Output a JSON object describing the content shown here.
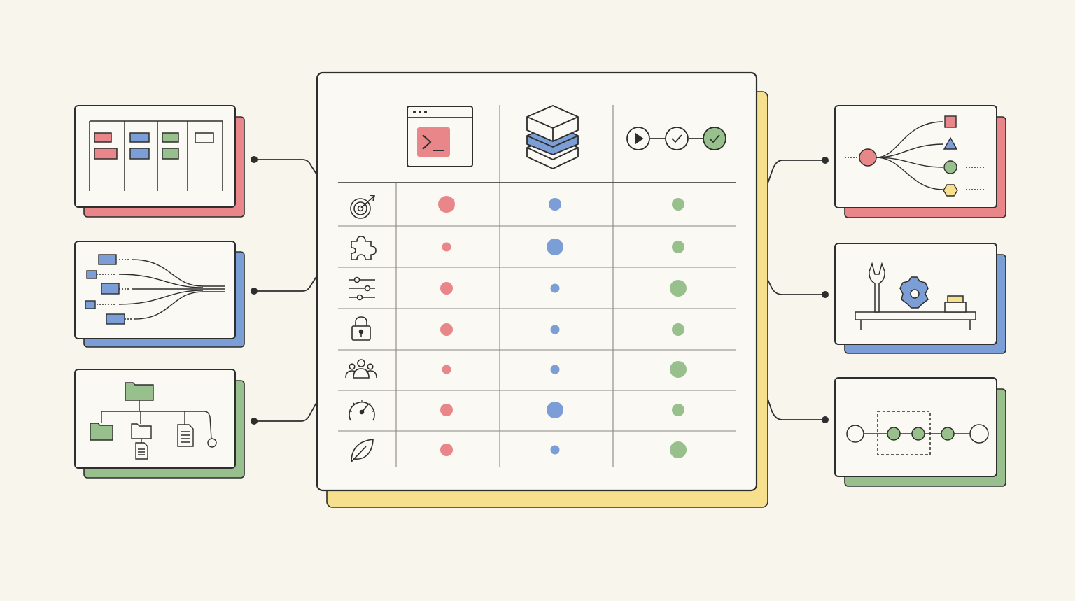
{
  "colors": {
    "background": "#f8f5ec",
    "ink": "#2e2e2e",
    "red": "#e8868a",
    "blue": "#7c9ed6",
    "green": "#97c08c",
    "yellow": "#f6e08e",
    "panel": "#fbf9f3"
  },
  "columns": [
    {
      "icon": "terminal-window-icon",
      "color": "red"
    },
    {
      "icon": "layers-stack-icon",
      "color": "blue"
    },
    {
      "icon": "run-check-pipeline-icon",
      "color": "green"
    }
  ],
  "rows": [
    {
      "icon": "target-icon",
      "levels": [
        3,
        2,
        2
      ]
    },
    {
      "icon": "puzzle-piece-icon",
      "levels": [
        1,
        3,
        2
      ]
    },
    {
      "icon": "sliders-icon",
      "levels": [
        2,
        1,
        3
      ]
    },
    {
      "icon": "padlock-icon",
      "levels": [
        2,
        1,
        2
      ]
    },
    {
      "icon": "team-icon",
      "levels": [
        1,
        1,
        3
      ]
    },
    {
      "icon": "gauge-icon",
      "levels": [
        2,
        3,
        2
      ]
    },
    {
      "icon": "leaf-icon",
      "levels": [
        2,
        1,
        3
      ]
    }
  ],
  "side_cards_left": [
    {
      "icon": "kanban-board-icon",
      "shadow": "red"
    },
    {
      "icon": "merging-flows-icon",
      "shadow": "blue"
    },
    {
      "icon": "folder-tree-icon",
      "shadow": "green"
    }
  ],
  "side_cards_right": [
    {
      "icon": "branching-shapes-icon",
      "shadow": "red"
    },
    {
      "icon": "tools-workbench-icon",
      "shadow": "blue"
    },
    {
      "icon": "grouped-nodes-icon",
      "shadow": "green"
    }
  ]
}
